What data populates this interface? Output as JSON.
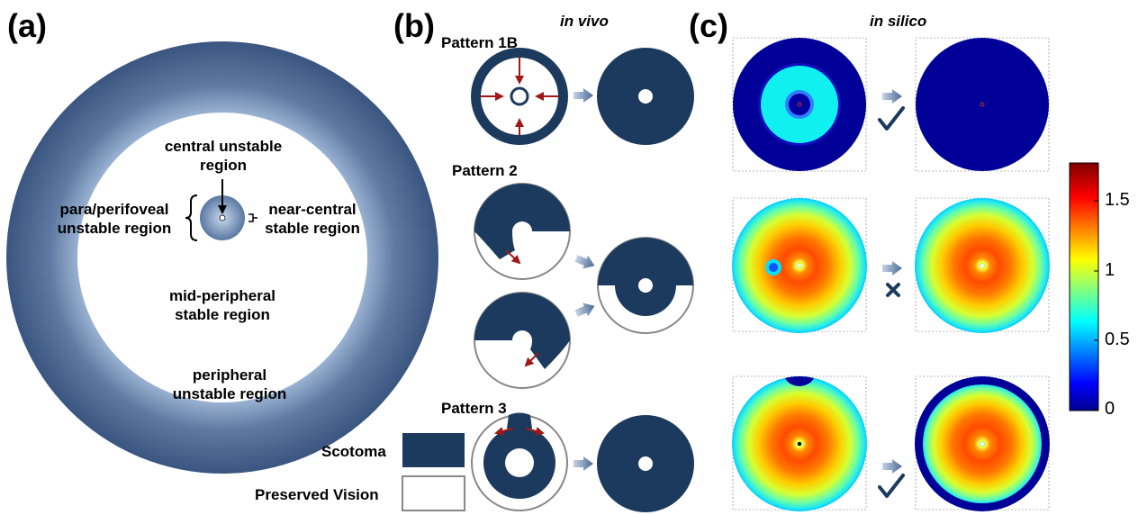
{
  "panels": {
    "a": {
      "letter": "(a)",
      "labels": {
        "central_unstable": [
          "central unstable",
          "region"
        ],
        "para_perifoveal": [
          "para/perifoveal",
          "unstable region"
        ],
        "near_central": [
          "near-central",
          "stable region"
        ],
        "mid_peripheral": [
          "mid-peripheral",
          "stable region"
        ],
        "peripheral": [
          "peripheral",
          "unstable region"
        ]
      }
    },
    "b": {
      "letter": "(b)",
      "header": "in vivo",
      "patterns": [
        "Pattern 1B",
        "Pattern 2",
        "Pattern 3"
      ],
      "legend": {
        "scotoma": "Scotoma",
        "preserved": "Preserved Vision"
      }
    },
    "c": {
      "letter": "(c)",
      "header": "in silico",
      "outcomes": [
        "check",
        "cross",
        "check"
      ]
    }
  },
  "colorbar": {
    "ticks": [
      "1.5",
      "1",
      "0.5",
      "0"
    ],
    "min": 0,
    "max": 1.72
  },
  "colors": {
    "scotoma": "#1c3a5e",
    "ring_dark": "#3d5a82",
    "ring_light": "#8fa8c8",
    "arrow": "#a01818",
    "map_background": "#000090"
  }
}
